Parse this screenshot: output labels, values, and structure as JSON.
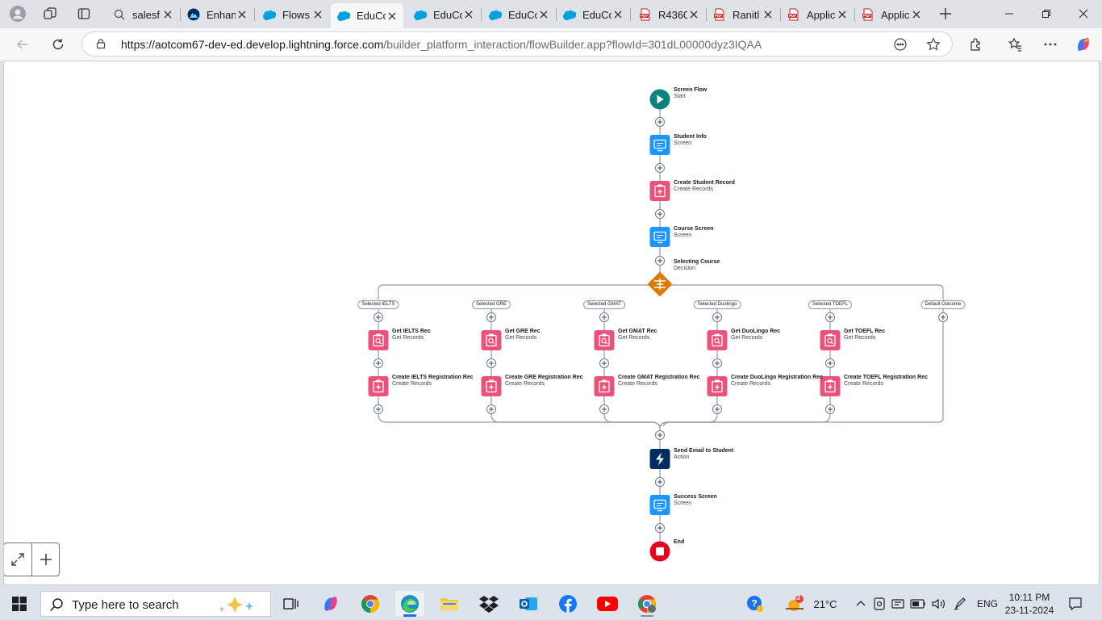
{
  "browser": {
    "tabs": [
      {
        "title": "salesf",
        "icon": "search-icon",
        "active": false
      },
      {
        "title": "Enhan",
        "icon": "trailhead-icon",
        "active": false
      },
      {
        "title": "Flows",
        "icon": "salesforce-cloud-icon",
        "active": false
      },
      {
        "title": "EduCo",
        "icon": "salesforce-cloud-icon",
        "active": true
      },
      {
        "title": "EduCo",
        "icon": "salesforce-cloud-icon",
        "active": false
      },
      {
        "title": "EduCo",
        "icon": "salesforce-cloud-icon",
        "active": false
      },
      {
        "title": "EduCo",
        "icon": "salesforce-cloud-icon",
        "active": false
      },
      {
        "title": "R4360",
        "icon": "pdf-icon",
        "active": false
      },
      {
        "title": "Ranitl",
        "icon": "pdf-icon",
        "active": false
      },
      {
        "title": "Applic",
        "icon": "pdf-icon",
        "active": false
      },
      {
        "title": "Applic",
        "icon": "pdf-icon",
        "active": false
      }
    ],
    "url_host": "https://aotcom67-dev-ed.develop.lightning.force.com",
    "url_path": "/builder_platform_interaction/flowBuilder.app?flowId=301dL00000dyz3IQAA"
  },
  "flow": {
    "start": {
      "title": "Screen Flow",
      "subtitle": "Start"
    },
    "top_nodes": [
      {
        "title": "Student Info",
        "subtitle": "Screen",
        "kind": "screen"
      },
      {
        "title": "Create Student Record",
        "subtitle": "Create Records",
        "kind": "create"
      },
      {
        "title": "Course Screen",
        "subtitle": "Screen",
        "kind": "screen"
      }
    ],
    "decision": {
      "title": "Selecting Course",
      "subtitle": "Decision"
    },
    "branches": [
      {
        "outcome": "Selected IELTS",
        "get": {
          "title": "Get IELTS Rec",
          "subtitle": "Get Records"
        },
        "create": {
          "title": "Create IELTS Registration Rec",
          "subtitle": "Create Records"
        }
      },
      {
        "outcome": "Selected GRE",
        "get": {
          "title": "Get GRE Rec",
          "subtitle": "Get Records"
        },
        "create": {
          "title": "Create GRE Registration Rec",
          "subtitle": "Create Records"
        }
      },
      {
        "outcome": "Selected GMAT",
        "get": {
          "title": "Get GMAT Rec",
          "subtitle": "Get Records"
        },
        "create": {
          "title": "Create GMAT Registration Rec",
          "subtitle": "Create Records"
        }
      },
      {
        "outcome": "Selected Duolingo",
        "get": {
          "title": "Get DuoLingo Rec",
          "subtitle": "Get Records"
        },
        "create": {
          "title": "Create DuoLingo Registration Rec",
          "subtitle": "Create Records"
        }
      },
      {
        "outcome": "Selected TOEFL",
        "get": {
          "title": "Get TOEFL Rec",
          "subtitle": "Get Records"
        },
        "create": {
          "title": "Create TOEFL Registration Rec",
          "subtitle": "Create Records"
        }
      },
      {
        "outcome": "Default Outcome",
        "get": null,
        "create": null
      }
    ],
    "bottom_nodes": [
      {
        "title": "Send Email to Student",
        "subtitle": "Action",
        "kind": "action"
      },
      {
        "title": "Success Screen",
        "subtitle": "Screen",
        "kind": "screen"
      }
    ],
    "end": {
      "title": "End"
    },
    "colors": {
      "start": "#0b827c",
      "screen": "#1b96ff",
      "record": "#ea527a",
      "decision": "#dd7a01",
      "action": "#032d60",
      "end": "#ea001e",
      "connector": "#8e9aa7"
    }
  },
  "taskbar": {
    "search_placeholder": "Type here to search",
    "apps": [
      "task-view-icon",
      "copilot-icon",
      "chrome-icon",
      "edge-icon",
      "file-explorer-icon",
      "dropbox-icon",
      "outlook-icon",
      "facebook-icon",
      "youtube-icon",
      "chrome-profile-icon"
    ],
    "weather_badge": "3",
    "temperature": "21°C",
    "language": "ENG",
    "time": "10:11 PM",
    "date": "23-11-2024"
  }
}
